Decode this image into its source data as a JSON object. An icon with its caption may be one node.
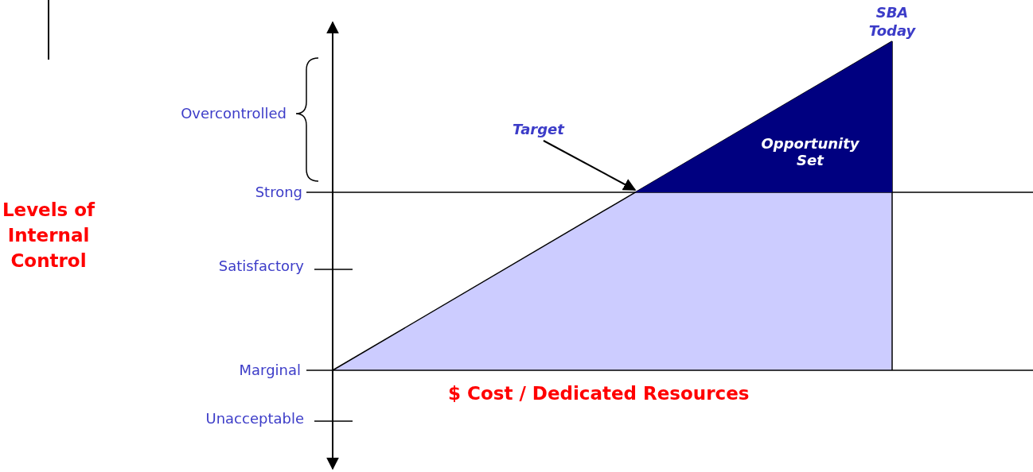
{
  "diagram": {
    "nodes": [
      {
        "text": [
          "Target"
        ]
      },
      {
        "text": [
          "Opportunity Set"
        ]
      }
    ],
    "edges": [
      {
        "from": 0,
        "to": 1,
        "arrow": "to"
      }
    ],
    "labels": [
      "SBA Today",
      "Overcontrolled",
      "Strong",
      "Satisfactory",
      "Marginal",
      "Unacceptable",
      "Levels of Internal Control",
      "$ Cost / Dedicated Resources"
    ]
  }
}
